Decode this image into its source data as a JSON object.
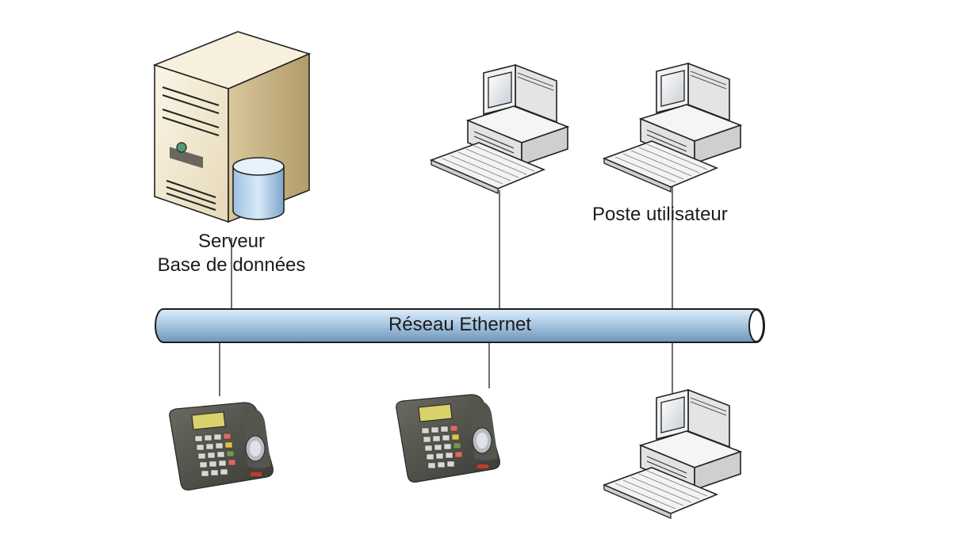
{
  "server": {
    "label_line1": "Serveur",
    "label_line2": "Base de données",
    "icon": "server-tower-icon",
    "db_icon": "database-cylinder-icon"
  },
  "network": {
    "label": "Réseau Ethernet",
    "color": "#a9c8e3"
  },
  "workstations": {
    "label": "Poste utilisateur",
    "icon": "desktop-computer-icon"
  },
  "terminals": {
    "icon": "biometric-time-clock-icon"
  }
}
